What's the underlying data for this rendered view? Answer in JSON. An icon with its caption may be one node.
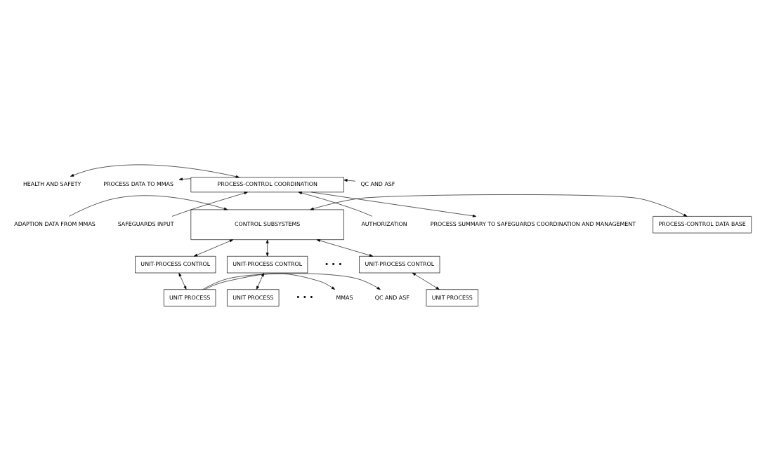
{
  "diagram": {
    "nodes": [
      {
        "text": [
          "PROCESS-CONTROL COORDINATION"
        ]
      },
      {
        "text": [
          "CONTROL SUBSYSTEMS"
        ]
      },
      {
        "text": [
          "PROCESS-CONTROL DATA BASE"
        ]
      },
      {
        "text": [
          "AUTHORIZATION"
        ]
      },
      {
        "text": [
          "SAFEGUARDS INPUT"
        ]
      },
      {
        "text": [
          "PROCESS SUMMARY TO SAFEGUARDS COORDINATION AND MANAGEMENT"
        ]
      },
      {
        "text": [
          "HEALTH AND SAFETY"
        ]
      },
      {
        "text": [
          "PROCESS DATA TO MMAS"
        ]
      },
      {
        "text": [
          "QC AND ASF"
        ]
      },
      {
        "text": [
          "ADAPTION DATA FROM MMAS"
        ]
      },
      {
        "text": [
          "UNIT-PROCESS CONTROL"
        ]
      },
      {
        "text": [
          "UNIT-PROCESS CONTROL"
        ]
      },
      {
        "text": [
          "UNIT-PROCESS CONTROL"
        ]
      },
      {
        "text": [
          "UNIT PROCESS"
        ]
      },
      {
        "text": [
          "UNIT PROCESS"
        ]
      },
      {
        "text": [
          "UNIT PROCESS"
        ]
      },
      {
        "text": [
          "MMAS"
        ]
      },
      {
        "text": [
          "QC AND ASF"
        ]
      }
    ],
    "edges": [
      {
        "from": 3,
        "to": 0,
        "arrow": "to"
      },
      {
        "from": 4,
        "to": 0,
        "arrow": "to"
      },
      {
        "from": 0,
        "to": 5,
        "arrow": "to"
      },
      {
        "from": 6,
        "to": 0,
        "arrow": "both"
      },
      {
        "from": 0,
        "to": 7,
        "arrow": "to"
      },
      {
        "from": 8,
        "to": 0,
        "arrow": "to"
      },
      {
        "from": 9,
        "to": 1,
        "arrow": "to"
      },
      {
        "from": 1,
        "to": 2,
        "arrow": "both"
      },
      {
        "from": 1,
        "to": 10,
        "arrow": "both"
      },
      {
        "from": 1,
        "to": 11,
        "arrow": "both"
      },
      {
        "from": 1,
        "to": 12,
        "arrow": "both"
      },
      {
        "from": 10,
        "to": 13,
        "arrow": "both"
      },
      {
        "from": 11,
        "to": 14,
        "arrow": "both"
      },
      {
        "from": 12,
        "to": 15,
        "arrow": "both"
      },
      {
        "from": 13,
        "to": 16,
        "arrow": "to"
      },
      {
        "from": 13,
        "to": 17,
        "arrow": "to"
      }
    ],
    "labels": [
      "• • •",
      "• • •"
    ]
  }
}
